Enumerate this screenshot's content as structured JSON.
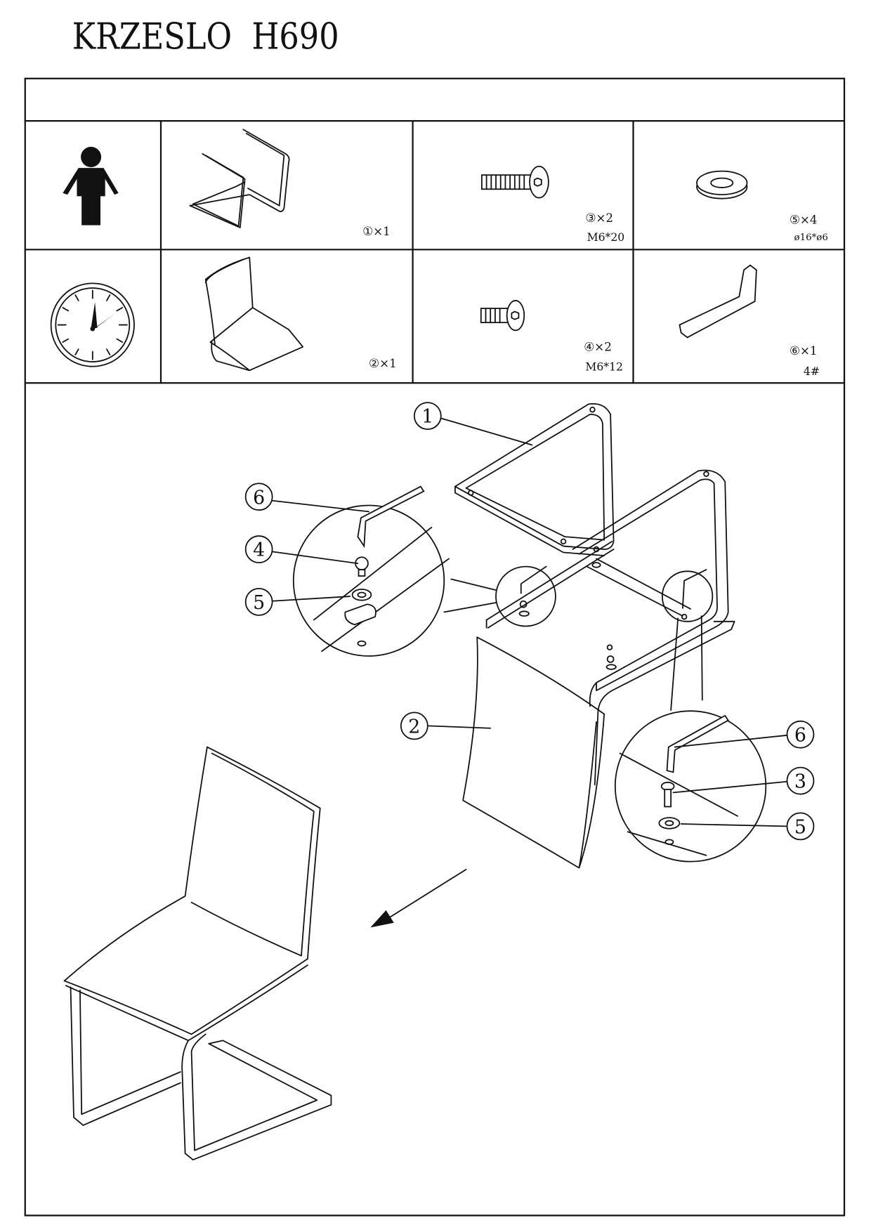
{
  "title": "KRZESLO  H690",
  "parts": [
    {
      "id": "1",
      "qty": "×1",
      "spec": "",
      "icon": "frame-icon"
    },
    {
      "id": "3",
      "qty": "×2",
      "spec": "M6*20",
      "icon": "long-bolt-icon"
    },
    {
      "id": "5",
      "qty": "×4",
      "spec": "ø16*ø6",
      "icon": "washer-icon"
    },
    {
      "id": "2",
      "qty": "×1",
      "spec": "",
      "icon": "seat-shell-icon"
    },
    {
      "id": "4",
      "qty": "×2",
      "spec": "M6*12",
      "icon": "short-bolt-icon"
    },
    {
      "id": "6",
      "qty": "×1",
      "spec": "4#",
      "icon": "allen-key-icon"
    }
  ],
  "callouts": {
    "c1": "1",
    "c2": "2",
    "c6a": "6",
    "c4": "4",
    "c5a": "5",
    "c6b": "6",
    "c3": "3",
    "c5b": "5"
  },
  "icons": {
    "people": "one-person-icon",
    "time": "clock-icon"
  }
}
